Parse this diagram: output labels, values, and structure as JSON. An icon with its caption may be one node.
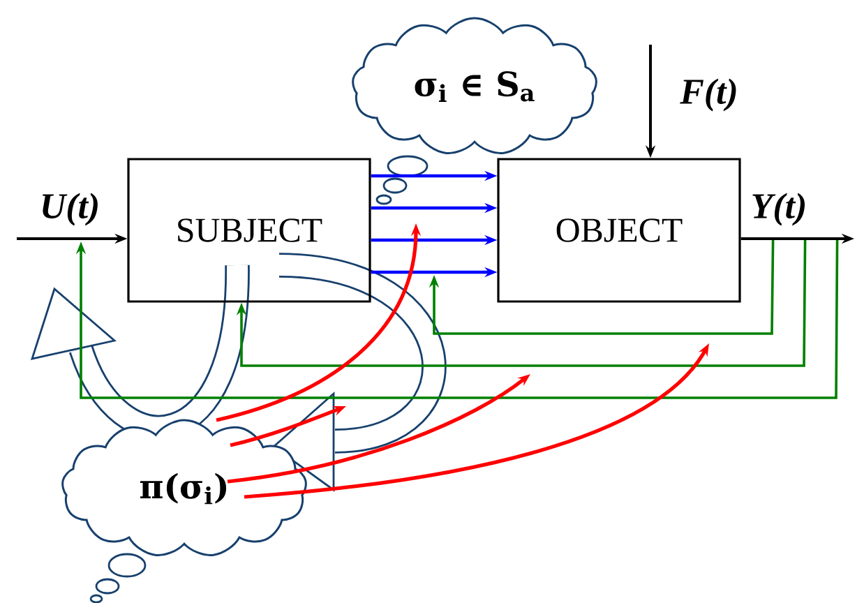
{
  "diagram": {
    "nodes": [
      {
        "text": [
          "SUBJECT"
        ]
      },
      {
        "text": [
          "OBJECT"
        ]
      },
      {
        "text": [
          "σ$_{i}$ ∈ S$_{a}$"
        ]
      },
      {
        "text": [
          "π(σ$_{i}$)"
        ]
      }
    ],
    "edges": [
      {
        "from": null,
        "to": 0,
        "arrow": "to",
        "label": "U(t)",
        "color": "#000000"
      },
      {
        "from": null,
        "to": 1,
        "arrow": "to",
        "label": "F(t)",
        "color": "#000000"
      },
      {
        "from": 1,
        "to": null,
        "arrow": "to",
        "label": "Y(t)",
        "color": "#000000"
      },
      {
        "from": 0,
        "to": 1,
        "arrow": "to",
        "color": "#0000ff"
      },
      {
        "from": 0,
        "to": 1,
        "arrow": "to",
        "color": "#0000ff"
      },
      {
        "from": 0,
        "to": 1,
        "arrow": "to",
        "color": "#0000ff"
      },
      {
        "from": 0,
        "to": 1,
        "arrow": "to",
        "color": "#0000ff"
      },
      {
        "from": 1,
        "to": 1,
        "arrow": "to",
        "color": "#008000"
      },
      {
        "from": 1,
        "to": 0,
        "arrow": "to",
        "color": "#008000"
      },
      {
        "from": 1,
        "to": 0,
        "arrow": "to",
        "color": "#008000"
      },
      {
        "from": 3,
        "to": null,
        "arrow": "to",
        "color": "#ff0000"
      },
      {
        "from": 3,
        "to": null,
        "arrow": "to",
        "color": "#ff0000"
      },
      {
        "from": 3,
        "to": null,
        "arrow": "to",
        "color": "#ff0000"
      },
      {
        "from": 3,
        "to": null,
        "arrow": "to",
        "color": "#ff0000"
      }
    ]
  }
}
